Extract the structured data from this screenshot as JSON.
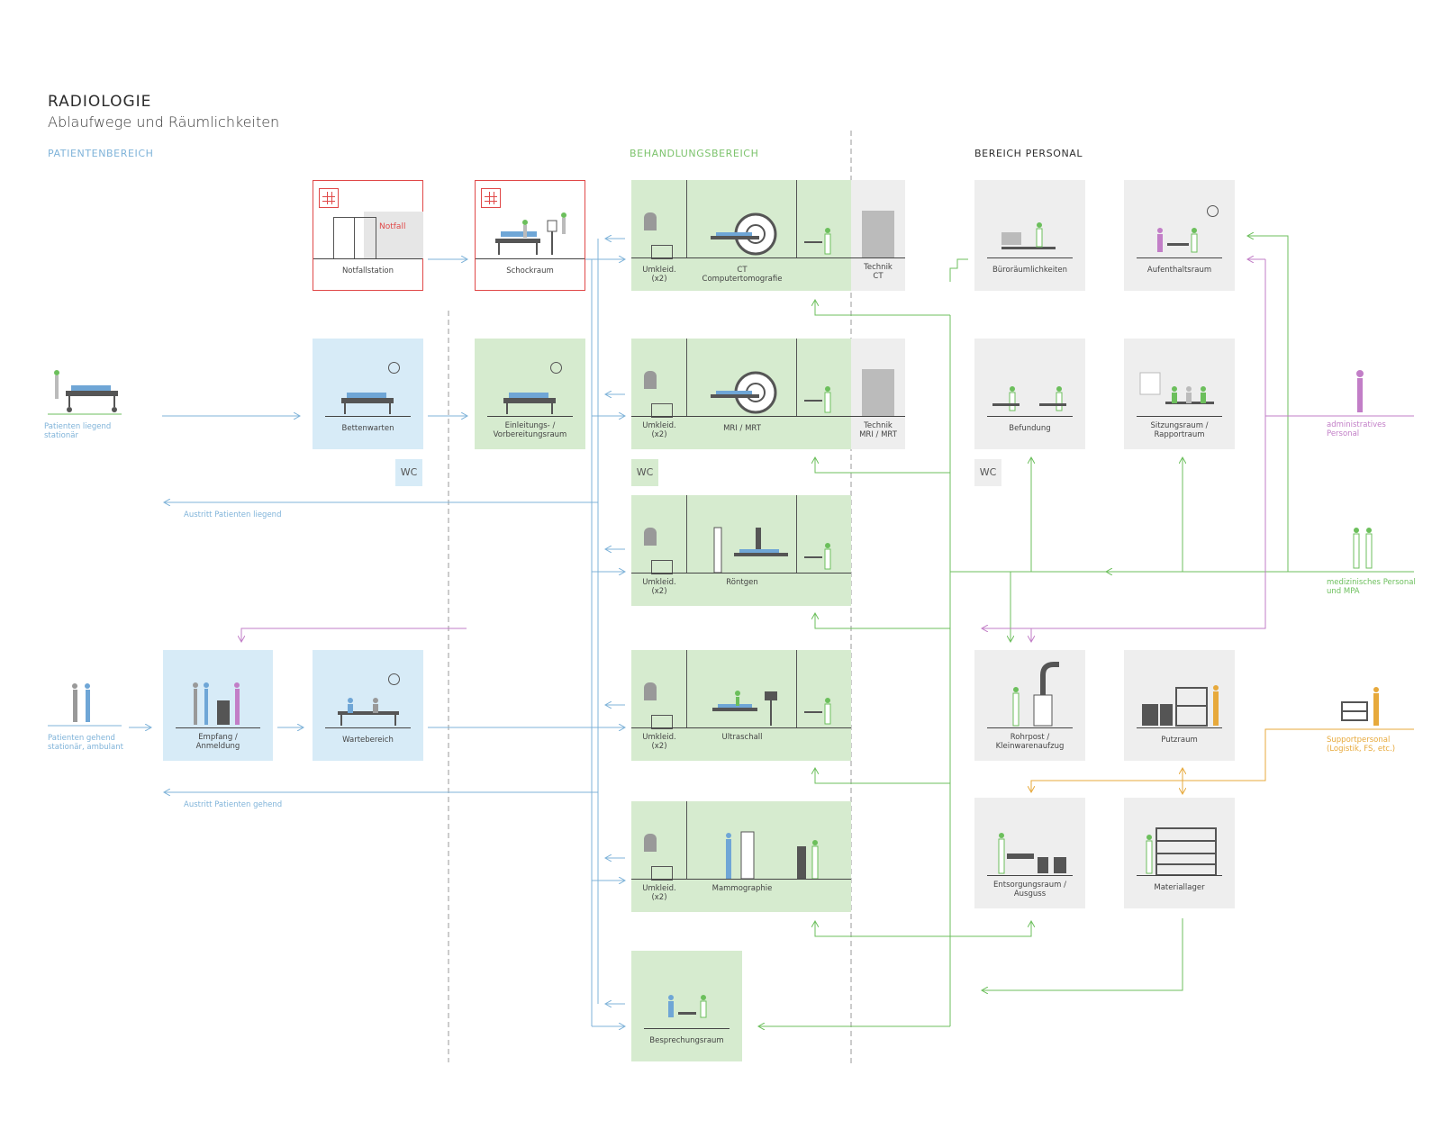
{
  "header": {
    "title": "RADIOLOGIE",
    "subtitle": "Ablaufwege und Räumlichkeiten"
  },
  "zones": {
    "patient": "PATIENTENBEREICH",
    "treatment": "BEHANDLUNGSBEREICH",
    "staff": "BEREICH PERSONAL"
  },
  "colors": {
    "patient_blue": "#7fb3d9",
    "treatment_green": "#6cbf5c",
    "admin_purple": "#c27ec7",
    "support_orange": "#e7a93b",
    "emergency_red": "#e04848"
  },
  "emergency": {
    "badge": "Notfall",
    "station": "Notfallstation",
    "shock_room": "Schockraum"
  },
  "patient_rooms": {
    "bed_waiting": "Bettenwarten",
    "prep": "Einleitungs- /\nVorbereitungsraum",
    "reception": "Empfang /\nAnmeldung",
    "waiting": "Wartebereich",
    "wc": "WC"
  },
  "actors": {
    "lying": "Patienten liegend\nstationär",
    "walking": "Patienten gehend\nstationär, ambulant",
    "admin": "administratives\nPersonal",
    "medical": "medizinisches Personal\nund MPA",
    "support": "Supportpersonal\n(Logistik, FS, etc.)"
  },
  "exits": {
    "lying": "Austritt Patienten liegend",
    "walking": "Austritt Patienten gehend"
  },
  "treatment_rooms": {
    "changing": "Umkleid.\n(x2)",
    "ct": "CT\nComputertomografie",
    "mri": "MRI / MRT",
    "xray": "Röntgen",
    "ultrasound": "Ultraschall",
    "mammo": "Mammographie",
    "consult": "Besprechungsraum",
    "tech_ct": "Technik\nCT",
    "tech_mri": "Technik\nMRI / MRT",
    "wc": "WC"
  },
  "staff_rooms": {
    "office": "Büroräumlichkeiten",
    "lounge": "Aufenthaltsraum",
    "reporting": "Befundung",
    "meeting": "Sitzungsraum /\nRapportraum",
    "wc": "WC",
    "pneumatic": "Rohrpost /\nKleinwarenaufzug",
    "cleaning": "Putzraum",
    "disposal": "Entsorgungsraum /\nAusguss",
    "storage": "Materiallager"
  }
}
